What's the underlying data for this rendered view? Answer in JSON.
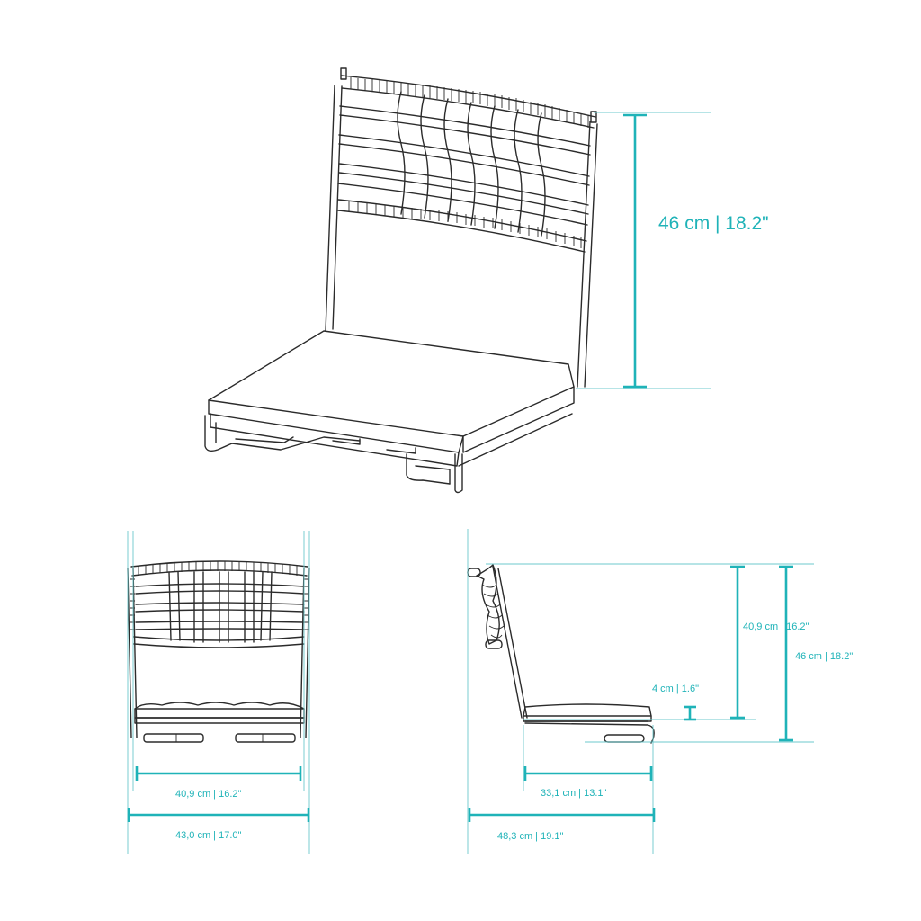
{
  "dimension_color": "#1fb3b8",
  "views": {
    "perspective": {
      "height_label": "46 cm | 18.2\""
    },
    "front": {
      "inner_width_label": "40,9 cm | 16.2\"",
      "outer_width_label": "43,0 cm | 17.0\""
    },
    "side": {
      "back_height_label": "40,9 cm | 16.2\"",
      "total_height_label": "46 cm | 18.2\"",
      "seat_thickness_label": "4 cm | 1.6\"",
      "seat_depth_label": "33,1 cm | 13.1\"",
      "total_depth_label": "48,3 cm | 19.1\""
    }
  }
}
